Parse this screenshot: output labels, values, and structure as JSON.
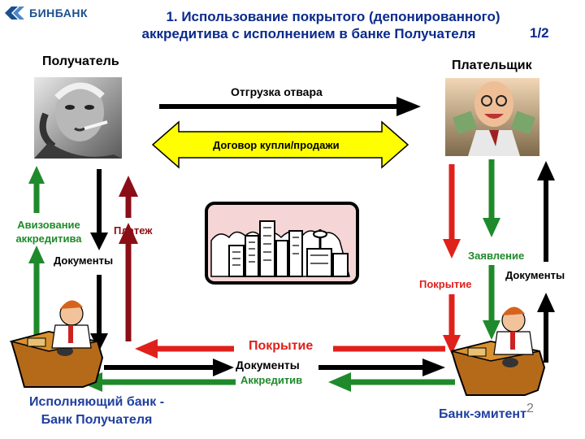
{
  "logo": {
    "text": "БИНБАНК"
  },
  "title": {
    "line1": "1. Использование покрытого (депонированного)",
    "line2": "аккредитива с исполнением в банке Получателя",
    "page": "1/2"
  },
  "parties": {
    "recipient": "Получатель",
    "payer": "Плательщик",
    "executing_bank_line1": "Исполняющий банк -",
    "executing_bank_line2": "Банк Получателя",
    "issuing_bank": "Банк-эмитент"
  },
  "flows": {
    "shipment": "Отгрузка отвара",
    "contract": "Договор купли/продажи",
    "advising_line1": "Авизование",
    "advising_line2": "аккредитива",
    "payment": "Платеж",
    "documents_left": "Документы",
    "application": "Заявление",
    "coverage_right": "Покрытие",
    "documents_right": "Документы",
    "coverage_bottom": "Покрытие",
    "documents_bottom": "Документы",
    "letter_of_credit": "Аккредитив"
  },
  "slide_number": "2",
  "colors": {
    "title": "#0a2a8c",
    "green_arrow": "#1f8a2b",
    "red_arrow": "#e0201a",
    "darkred_arrow": "#8b0e16",
    "black_arrow": "#000000",
    "contract_fill": "#ffff00",
    "city_bg": "#f5d5d5"
  }
}
